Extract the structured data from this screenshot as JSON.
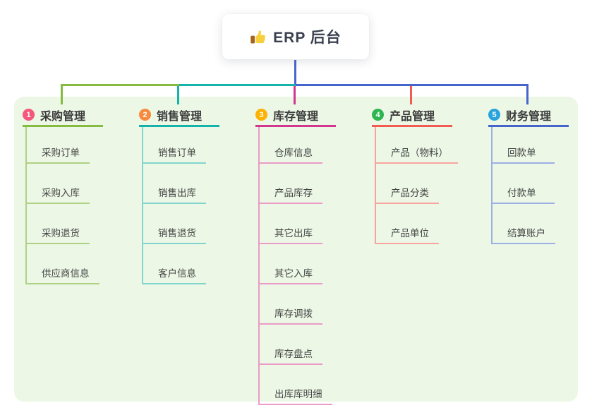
{
  "root": {
    "title": "ERP 后台",
    "icon": "thumbs-up-icon"
  },
  "colors": {
    "page_bg": "#ffffff",
    "panel_bg": "#ecf7e6",
    "root_line": "#4a66cd",
    "root_text": "#39404f",
    "heading_text": "#3b3b3b",
    "child_text": "#454545"
  },
  "branches": [
    {
      "index": "1",
      "label": "采购管理",
      "badge_color": "#f4587a",
      "line_color": "#85bb41",
      "child_line_color": "#aed184",
      "children": [
        "采购订单",
        "采购入库",
        "采购退货",
        "供应商信息"
      ]
    },
    {
      "index": "2",
      "label": "销售管理",
      "badge_color": "#f78a3c",
      "line_color": "#16b3ab",
      "child_line_color": "#82d5cd",
      "children": [
        "销售订单",
        "销售出库",
        "销售退货",
        "客户信息"
      ]
    },
    {
      "index": "3",
      "label": "库存管理",
      "badge_color": "#fdb201",
      "line_color": "#d2368e",
      "child_line_color": "#ea9bc8",
      "children": [
        "仓库信息",
        "产品库存",
        "其它出库",
        "其它入库",
        "库存调拨",
        "库存盘点",
        "出库库明细"
      ]
    },
    {
      "index": "4",
      "label": "产品管理",
      "badge_color": "#2db551",
      "line_color": "#f25a52",
      "child_line_color": "#f8a59f",
      "children": [
        "产品（物料）",
        "产品分类",
        "产品单位"
      ]
    },
    {
      "index": "5",
      "label": "财务管理",
      "badge_color": "#29a3dd",
      "line_color": "#4565cd",
      "child_line_color": "#9cb0e4",
      "children": [
        "回款单",
        "付款单",
        "结算账户"
      ]
    }
  ]
}
